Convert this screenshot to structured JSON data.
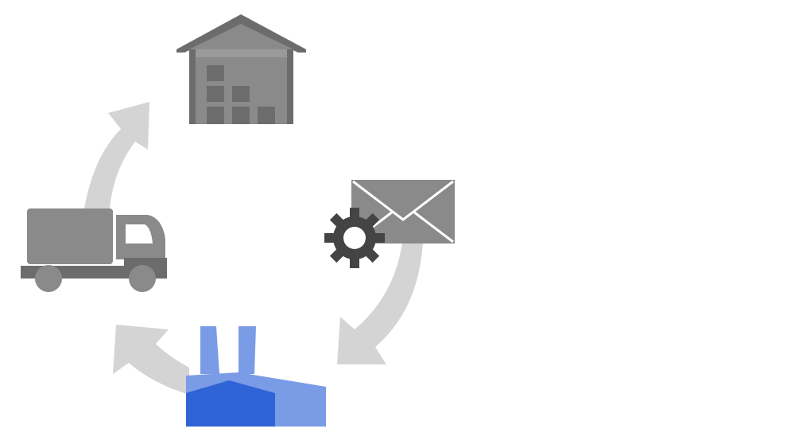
{
  "diagram": {
    "type": "supply-chain-cycle",
    "nodes": [
      {
        "id": "warehouse",
        "icon": "warehouse-icon"
      },
      {
        "id": "order",
        "icon": "envelope-icon",
        "secondary_icon": "gear-icon"
      },
      {
        "id": "factory",
        "icon": "factory-icon"
      },
      {
        "id": "delivery",
        "icon": "truck-icon"
      }
    ],
    "flow": [
      {
        "from": "order",
        "to": "factory",
        "icon": "curved-arrow-icon"
      },
      {
        "from": "factory",
        "to": "delivery",
        "icon": "curved-arrow-icon"
      },
      {
        "from": "delivery",
        "to": "warehouse",
        "icon": "curved-arrow-icon"
      }
    ],
    "colors": {
      "arrow": "#d4d4d4",
      "icon_gray": "#8a8a8a",
      "icon_dark": "#6c6c6c",
      "gear": "#444444",
      "factory_front": "#2f64d6",
      "factory_back": "#7a9be6",
      "background": "#ffffff"
    }
  }
}
